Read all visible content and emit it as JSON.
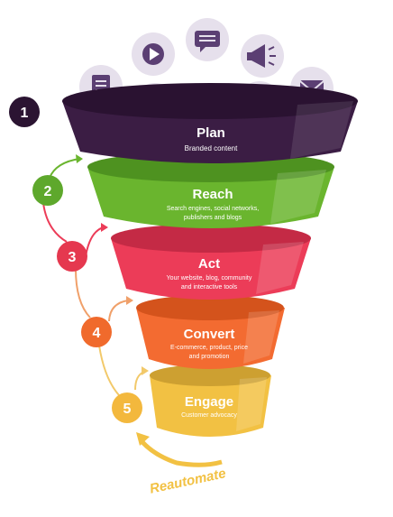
{
  "stages": [
    {
      "number": "1",
      "title": "Plan",
      "desc1": "Branded content",
      "desc2": "",
      "color": "#3b1d44",
      "color_dark": "#2a1231",
      "badge_color": "#2b1432"
    },
    {
      "number": "2",
      "title": "Reach",
      "desc1": "Search engines, social networks,",
      "desc2": "publishers and blogs",
      "color": "#6ab52e",
      "color_dark": "#4e9220",
      "badge_color": "#5ea82c"
    },
    {
      "number": "3",
      "title": "Act",
      "desc1": "Your website, blog, community",
      "desc2": "and interactive tools",
      "color": "#ec3c58",
      "color_dark": "#c42a45",
      "badge_color": "#e5384f"
    },
    {
      "number": "4",
      "title": "Convert",
      "desc1": "E-commerce, product, price",
      "desc2": "and promotion",
      "color": "#f36b31",
      "color_dark": "#d4531c",
      "badge_color": "#f06a2c"
    },
    {
      "number": "5",
      "title": "Engage",
      "desc1": "Customer advocacy",
      "desc2": "",
      "color": "#f2c143",
      "color_dark": "#cda031",
      "badge_color": "#f3b83d"
    }
  ],
  "reautomate_label": "Reautomate",
  "icons": [
    "document-icon",
    "video-play-icon",
    "chat-icon",
    "megaphone-icon",
    "email-icon",
    "calendar-icon",
    "star-badge-icon",
    "notebook-icon"
  ],
  "colors": {
    "icon_circle": "#e6e0ec",
    "icon_purple": "#5b3f73",
    "arrow_orange": "#f0a06a",
    "arrow_yellow": "#f2c96a"
  }
}
